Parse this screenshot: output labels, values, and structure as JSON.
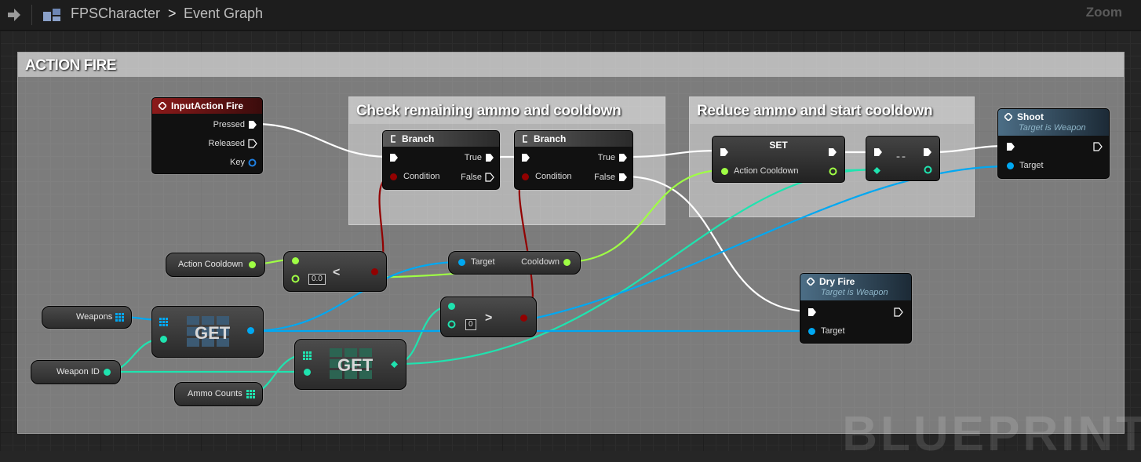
{
  "toolbar": {
    "breadcrumb_root": "FPSCharacter",
    "breadcrumb_separator": ">",
    "breadcrumb_current": "Event Graph",
    "zoom_label": "Zoom"
  },
  "comments": {
    "outer": "ACTION FIRE",
    "check": "Check remaining ammo and cooldown",
    "reduce": "Reduce ammo and start cooldown"
  },
  "nodes": {
    "input_action": {
      "title": "InputAction Fire",
      "pins": {
        "pressed": "Pressed",
        "released": "Released",
        "key": "Key"
      }
    },
    "branch1": {
      "title": "Branch",
      "condition": "Condition",
      "true": "True",
      "false": "False"
    },
    "branch2": {
      "title": "Branch",
      "condition": "Condition",
      "true": "True",
      "false": "False"
    },
    "set": {
      "title": "SET",
      "action_cooldown": "Action Cooldown"
    },
    "decrement": {
      "label": "--"
    },
    "shoot": {
      "title": "Shoot",
      "subtitle": "Target is Weapon",
      "target": "Target"
    },
    "dry_fire": {
      "title": "Dry Fire",
      "subtitle": "Target is Weapon",
      "target": "Target"
    },
    "less_than": {
      "op": "<",
      "value": "0.0"
    },
    "greater_than": {
      "op": ">",
      "value": "0"
    },
    "get_weapon": {
      "label": "GET"
    },
    "get_ammo": {
      "label": "GET"
    },
    "get_cooldown": {
      "target": "Target",
      "cooldown": "Cooldown"
    }
  },
  "variables": {
    "action_cooldown": "Action Cooldown",
    "weapons": "Weapons",
    "weapon_id": "Weapon ID",
    "ammo_counts": "Ammo Counts"
  },
  "watermark": "BLUEPRINT",
  "colors": {
    "exec": "#ffffff",
    "bool": "#920101",
    "float": "#9fff44",
    "int": "#1fe3af",
    "object": "#00a8f2",
    "input_header": "#8c1a1a",
    "function_header": "#3e5d72"
  }
}
